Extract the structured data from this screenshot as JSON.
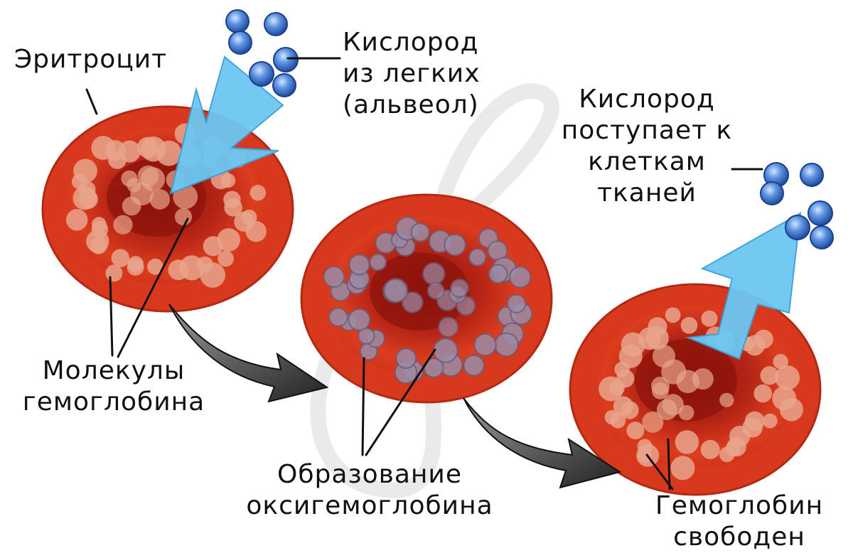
{
  "labels": {
    "erythrocyte": "Эритроцит",
    "oxygen_in": [
      "Кислород",
      "из легких",
      "(альвеол)"
    ],
    "oxygen_out": [
      "Кислород",
      "поступает к",
      "клеткам",
      "тканей"
    ],
    "hemoglobin_molecules": [
      "Молекулы",
      "гемоглобина"
    ],
    "oxyhemoglobin": [
      "Образование",
      "оксигемоглобина"
    ],
    "hemoglobin_free": [
      "Гемоглобин",
      "свободен"
    ]
  },
  "colors": {
    "cell_outer": "#e2421f",
    "cell_inner": "#a81b12",
    "granule_light": "#e8a58c",
    "granule_oxy": "#9a8ca6",
    "oxygen_molecule": "#3f73c9",
    "arrow_blue": "#6cc7f2",
    "arrow_dark": "#333333",
    "leader_line": "#111111"
  }
}
